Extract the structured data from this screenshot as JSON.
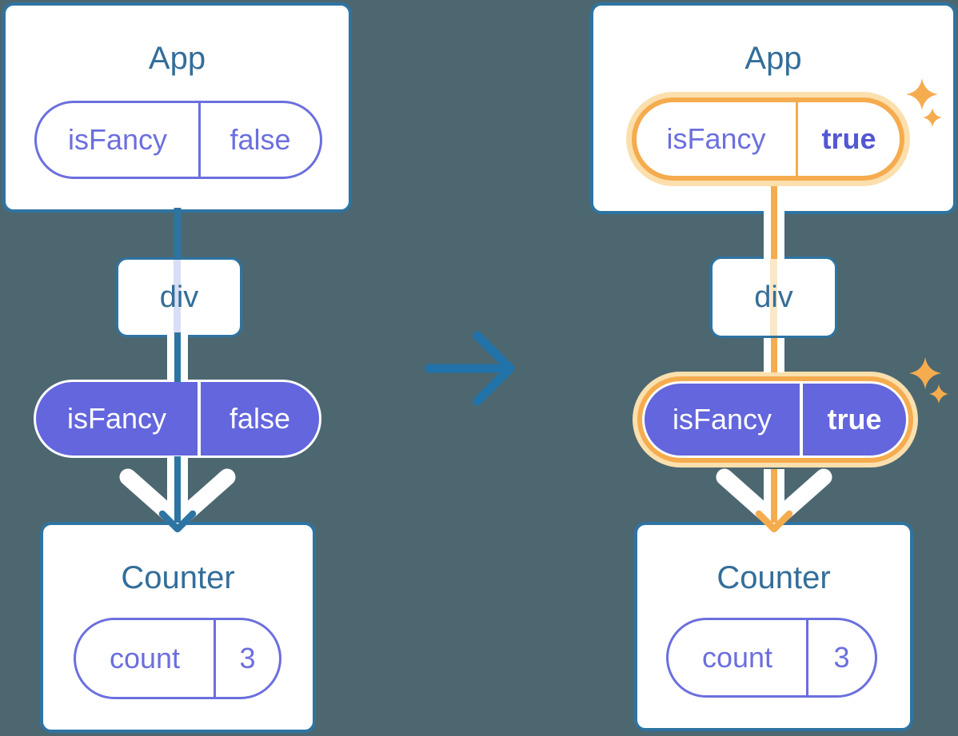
{
  "colors": {
    "background": "#4C6770",
    "card_border": "#2E74A2",
    "title_text": "#336E99",
    "purple": "#6B6FDE",
    "purple_fill": "#6366DC",
    "purple_bold": "#5357D2",
    "orange": "#F5AC4E",
    "orange_light": "#FBDFAD",
    "lavender": "#D8DEF5",
    "peach": "#FBE8C8",
    "arrow_blue": "#2173A9"
  },
  "icons": {
    "transition": "right-arrow-icon",
    "highlight": "sparkle-icon"
  },
  "before": {
    "app": {
      "title": "App",
      "state_key": "isFancy",
      "state_value": "false"
    },
    "container": {
      "title": "div"
    },
    "prop": {
      "key": "isFancy",
      "value": "false"
    },
    "counter": {
      "title": "Counter",
      "state_key": "count",
      "state_value": "3"
    }
  },
  "after": {
    "app": {
      "title": "App",
      "state_key": "isFancy",
      "state_value": "true"
    },
    "container": {
      "title": "div"
    },
    "prop": {
      "key": "isFancy",
      "value": "true"
    },
    "counter": {
      "title": "Counter",
      "state_key": "count",
      "state_value": "3"
    }
  }
}
